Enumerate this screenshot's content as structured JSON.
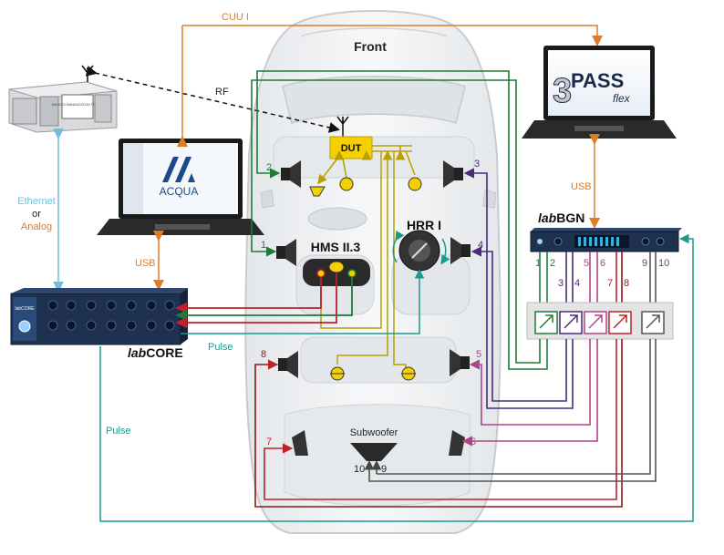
{
  "labels": {
    "front": "Front",
    "dut": "DUT",
    "hrr": "HRR I",
    "hms": "HMS II.3",
    "subwoofer": "Subwoofer",
    "sub_in_left": "10",
    "sub_in_right": "9",
    "cuu": "CUU I",
    "rf": "RF",
    "usb_left": "USB",
    "usb_right": "USB",
    "ethernet": "Ethernet",
    "or": "or",
    "analog": "Analog",
    "pulse_top": "Pulse",
    "pulse_left": "Pulse",
    "labcore_italic": "lab",
    "labcore_bold": "CORE",
    "labbgn_italic": "lab",
    "labbgn_bold": "BGN",
    "acqua_logo": "ACQUA",
    "pass_logo_3": "3",
    "pass_logo_pass": "PASS",
    "pass_logo_flex": "flex",
    "tester_screen": "RADIO COMMUNICATION TESTER",
    "labcore_front_logo": "labCORE"
  },
  "speakers": [
    {
      "label": "1"
    },
    {
      "label": "2"
    },
    {
      "label": "3"
    },
    {
      "label": "4"
    },
    {
      "label": "5"
    },
    {
      "label": "6"
    },
    {
      "label": "7"
    },
    {
      "label": "8"
    }
  ],
  "bgn_outputs": [
    "1",
    "2",
    "3",
    "4",
    "5",
    "6",
    "7",
    "8",
    "9",
    "10"
  ],
  "colors": {
    "orange": "#e07b26",
    "green": "#1f7a3a",
    "purple": "#4a2a7a",
    "magenta": "#b0448a",
    "red": "#c0202a",
    "dark_red": "#8a1a1a",
    "gray": "#555555",
    "teal": "#1a9a8a",
    "light_blue": "#6fc0dc",
    "yellow": "#f5d000",
    "olive": "#b8a000",
    "car_body": "#eef0f2",
    "car_line": "#c8ccd0",
    "device_dark": "#1e3250",
    "acqua_blue": "#1a4a8a"
  }
}
